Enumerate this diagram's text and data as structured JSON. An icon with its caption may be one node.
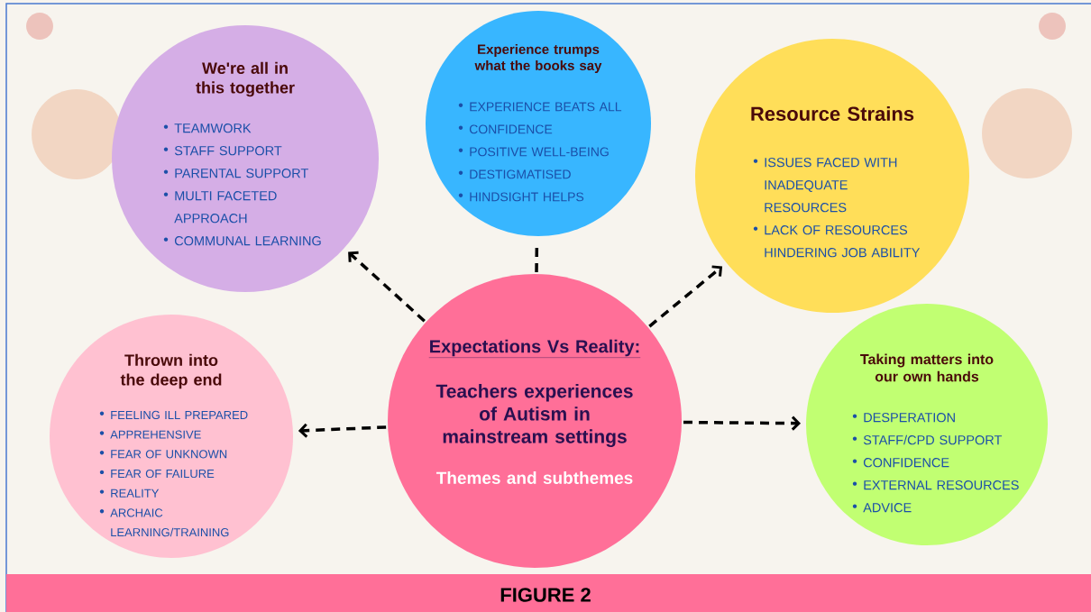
{
  "diagram": {
    "caption": "FIGURE 2",
    "nodes": [
      {
        "text": [
          "Expectations Vs Reality:",
          "Teachers experiences of Autism in mainstream settings",
          "Themes and subthemes"
        ]
      },
      {
        "text": [
          "We're all in this together",
          "TEAMWORK",
          "STAFF SUPPORT",
          "PARENTAL SUPPORT",
          "MULTI FACETED APPROACH",
          "COMMUNAL LEARNING"
        ]
      },
      {
        "text": [
          "Experience trumps what the books say",
          "EXPERIENCE BEATS ALL",
          "CONFIDENCE",
          "POSITIVE WELL-BEING",
          "DESTIGMATISED",
          "HINDSIGHT HELPS"
        ]
      },
      {
        "text": [
          "Resource Strains",
          "ISSUES FACED WITH INADEQUATE RESOURCES",
          "LACK OF RESOURCES HINDERING JOB ABILITY"
        ]
      },
      {
        "text": [
          "Thrown into the deep end",
          "FEELING ILL PREPARED",
          "APPREHENSIVE",
          "FEAR OF UNKNOWN",
          "FEAR OF FAILURE",
          "REALITY",
          "ARCHAIC LEARNING/TRAINING"
        ]
      },
      {
        "text": [
          "Taking matters into our own hands",
          "DESPERATION",
          "STAFF/CPD SUPPORT",
          "CONFIDENCE",
          "EXTERNAL RESOURCES",
          "ADVICE"
        ]
      }
    ],
    "edges": [
      {
        "from": 0,
        "to": 1,
        "arrow": "to",
        "style": "dashed"
      },
      {
        "from": 0,
        "to": 2,
        "arrow": "none",
        "style": "dashed"
      },
      {
        "from": 0,
        "to": 3,
        "arrow": "to",
        "style": "dashed"
      },
      {
        "from": 0,
        "to": 4,
        "arrow": "to",
        "style": "dashed"
      },
      {
        "from": 0,
        "to": 5,
        "arrow": "to",
        "style": "dashed"
      }
    ]
  }
}
